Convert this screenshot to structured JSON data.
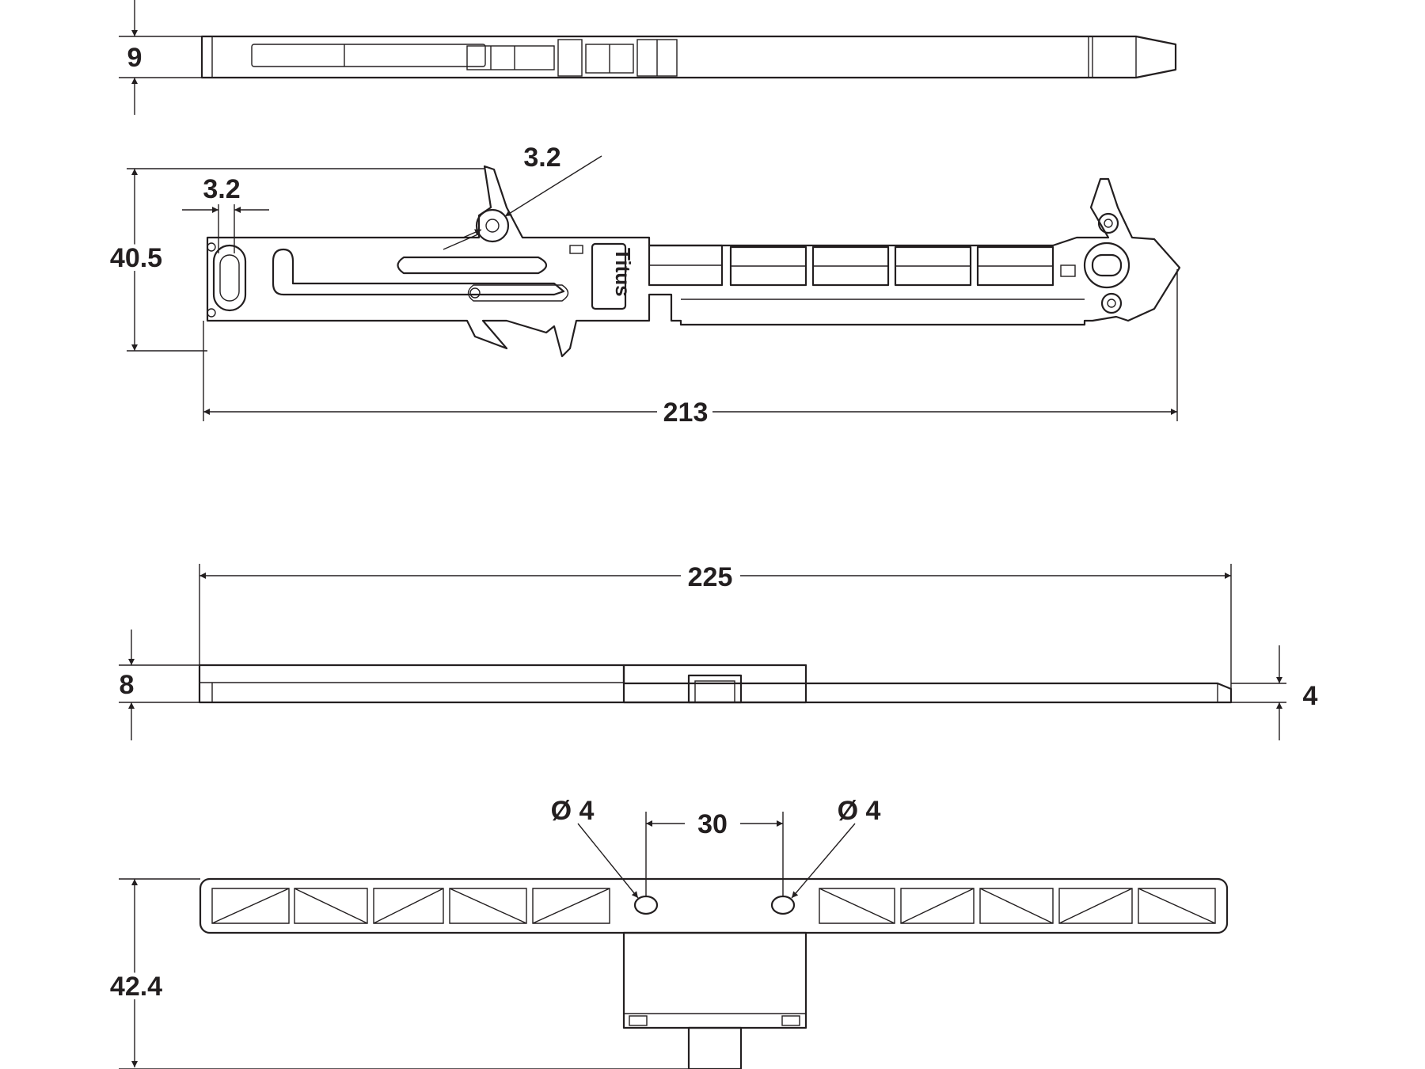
{
  "dimensions": {
    "top_view_height": "9",
    "side_view_height": "40.5",
    "slot_width": "3.2",
    "pivot_diameter": "3.2",
    "side_view_length": "213",
    "rail_length": "225",
    "rail_height": "8",
    "rail_thickness": "4",
    "hole_spacing": "30",
    "hole_left_diameter": "Ø 4",
    "hole_right_diameter": "Ø 4",
    "bottom_view_height": "42.4"
  },
  "brand": {
    "logo_text": "Titus"
  },
  "colors": {
    "line": "#231f20",
    "background": "#ffffff"
  }
}
